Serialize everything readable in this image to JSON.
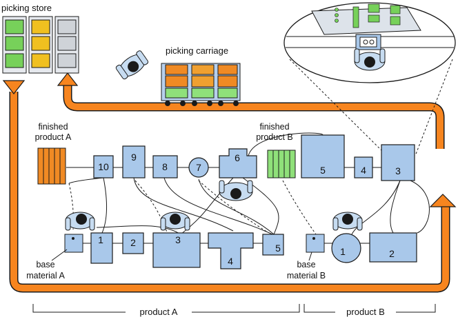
{
  "labels": {
    "picking_store": "picking store",
    "picking_carriage": "picking carriage",
    "finished_product_a": [
      "finished",
      "product A"
    ],
    "finished_product_b": [
      "finished",
      "product B"
    ],
    "base_material_a": [
      "base",
      "material A"
    ],
    "base_material_b": [
      "base",
      "material B"
    ]
  },
  "machines": {
    "upper_a": [
      "10",
      "9",
      "8",
      "7",
      "6"
    ],
    "upper_b": [
      "5",
      "4",
      "3"
    ],
    "lower_a": [
      "1",
      "2",
      "3",
      "4",
      "5"
    ],
    "lower_b": [
      "1",
      "2"
    ]
  },
  "brackets": {
    "product_a": "product A",
    "product_b": "product B"
  },
  "colors": {
    "conveyor": "#f7851f",
    "machine": "#a9c8ea",
    "finished_a": "#f08a24",
    "finished_b": "#8fe07a",
    "store_green": "#77d15a",
    "store_yellow": "#f0c020",
    "store_grey": "#cfd3d8"
  },
  "icons": [
    "operator-icon",
    "carriage-icon",
    "rack-icon",
    "magnifier-icon"
  ]
}
